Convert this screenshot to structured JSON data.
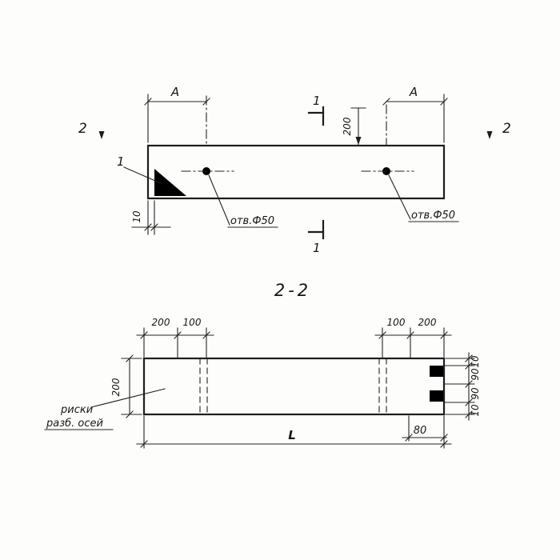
{
  "colors": {
    "ink": "#1d1d1d",
    "paper": "#fdfdfb"
  },
  "plan_view": {
    "dim_a_left": "A",
    "dim_a_right": "A",
    "dim_200_vertical": "200",
    "dim_10": "10",
    "hole_left_label": "отв.Ф50",
    "hole_right_label": "отв.Ф50",
    "detail_callout": "1",
    "section_1_top": "1",
    "section_1_bottom": "1",
    "section_2_left": "2",
    "section_2_right": "2"
  },
  "section_view": {
    "title": "2-2",
    "dim_left_vertical": "200",
    "top_dims_left": [
      "200",
      "100"
    ],
    "top_dims_right": [
      "100",
      "200"
    ],
    "right_dims": [
      "10",
      "90",
      "90",
      "10"
    ],
    "dim_length": "L",
    "dim_80": "80",
    "callout_line1": "риски",
    "callout_line2": "разб. осей"
  }
}
